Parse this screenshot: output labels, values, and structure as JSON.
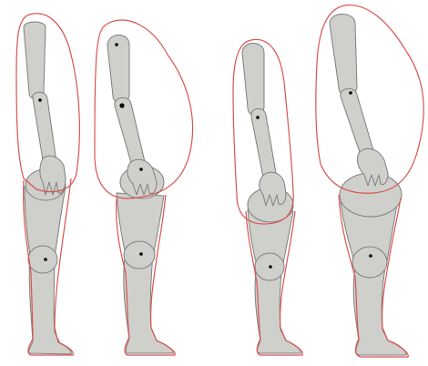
{
  "colors": {
    "background": "#ffffff",
    "segment_fill": "#cfcfcc",
    "segment_stroke": "#7f7f7f",
    "envelope_stroke": "#d9534f",
    "joint_marker": "#000000"
  },
  "figures": [
    {
      "id": "figure-1",
      "body_envelope": "thin",
      "arm_segment_icon": "arm-segment-icon",
      "thigh_segment_icon": "thigh-segment-icon",
      "shank_segment_icon": "shank-foot-segment-icon"
    },
    {
      "id": "figure-2",
      "body_envelope": "obese",
      "arm_segment_icon": "arm-segment-icon",
      "thigh_segment_icon": "thigh-segment-icon",
      "shank_segment_icon": "shank-foot-segment-icon"
    },
    {
      "id": "figure-3",
      "body_envelope": "thin",
      "arm_segment_icon": "arm-segment-icon",
      "thigh_segment_icon": "thigh-segment-icon",
      "shank_segment_icon": "shank-foot-segment-icon"
    },
    {
      "id": "figure-4",
      "body_envelope": "obese",
      "arm_segment_icon": "arm-segment-icon",
      "thigh_segment_icon": "thigh-segment-icon",
      "shank_segment_icon": "shank-foot-segment-icon"
    }
  ]
}
